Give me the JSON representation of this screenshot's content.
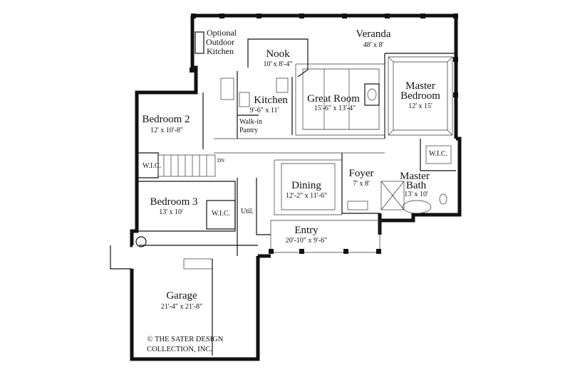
{
  "rooms": {
    "veranda": {
      "name": "Veranda",
      "dims": "48' x 8'"
    },
    "outdoor_kitchen": {
      "line1": "Optional",
      "line2": "Outdoor",
      "line3": "Kitchen"
    },
    "nook": {
      "name": "Nook",
      "dims": "10' x 8'-4\""
    },
    "kitchen": {
      "name": "Kitchen",
      "dims": "9'-6\" x 11'"
    },
    "pantry": {
      "line1": "Walk-in",
      "line2": "Pantry"
    },
    "great_room": {
      "name": "Great Room",
      "dims": "15'-6\" x 13'-4\""
    },
    "master_bedroom": {
      "line1": "Master",
      "line2": "Bedroom",
      "dims": "12' x 15'"
    },
    "bedroom2": {
      "name": "Bedroom 2",
      "dims": "12' x 10'-8\""
    },
    "bedroom3": {
      "name": "Bedroom 3",
      "dims": "13' x 10'"
    },
    "dining": {
      "name": "Dining",
      "dims": "12'-2\" x 11'-6\""
    },
    "foyer": {
      "name": "Foyer",
      "dims": "7' x 8'"
    },
    "master_bath": {
      "line1": "Master",
      "line2": "Bath",
      "dims": "13' x 10'"
    },
    "entry": {
      "name": "Entry",
      "dims": "20'-10\" x 9'-6\""
    },
    "garage": {
      "name": "Garage",
      "dims": "21'-4\" x 21'-8\""
    },
    "util": {
      "name": "Util."
    }
  },
  "labels": {
    "wic": "W.I.C.",
    "dn": "DN"
  },
  "copyright": {
    "line1": "© THE SATER DESIGN",
    "line2": "COLLECTION, INC."
  }
}
